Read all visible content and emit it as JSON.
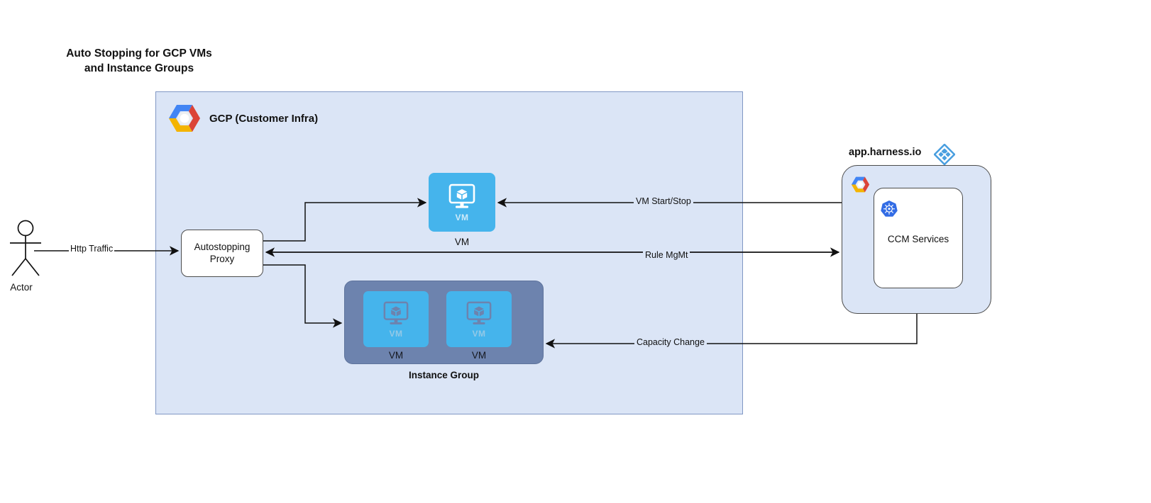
{
  "title": {
    "text": "Auto Stopping for GCP VMs\nand Instance Groups"
  },
  "gcp_container": {
    "label": "GCP (Customer Infra)",
    "logo_icon": "gcp-hexagon-icon",
    "background_color": "#dbe5f6",
    "border_color": "#8097c4"
  },
  "actor": {
    "label": "Actor",
    "icon": "stick-figure-actor-icon"
  },
  "proxy": {
    "label": "Autostopping\nProxy"
  },
  "vm_node": {
    "inner_caption": "VM",
    "label": "VM",
    "icon": "vm-monitor-cube-icon",
    "color": "#45b4ec"
  },
  "instance_group": {
    "label": "Instance Group",
    "container_color": "#6d83ae",
    "vms": [
      {
        "inner_caption": "VM",
        "label": "VM",
        "icon": "vm-monitor-cube-icon"
      },
      {
        "inner_caption": "VM",
        "label": "VM",
        "icon": "vm-monitor-cube-icon"
      }
    ]
  },
  "harness": {
    "title": "app.harness.io",
    "logo_icon": "harness-diamond-icon",
    "logo_color": "#4a9fe0",
    "gcp_icon": "gcp-hexagon-icon",
    "ccm": {
      "label": "CCM Services",
      "icon": "kubernetes-helm-icon",
      "icon_color": "#326ce5"
    },
    "panel_color": "#dbe5f6"
  },
  "edges": [
    {
      "id": "http-traffic",
      "label": "Http Traffic",
      "from": "actor",
      "to": "proxy"
    },
    {
      "id": "vm-start-stop",
      "label": "VM Start/Stop",
      "from": "harness",
      "to": "vm-node"
    },
    {
      "id": "rule-mgmt",
      "label": "Rule MgMt",
      "from": "proxy",
      "to": "harness"
    },
    {
      "id": "capacity-change",
      "label": "Capacity Change",
      "from": "harness",
      "to": "instance-group"
    },
    {
      "id": "proxy-to-vm",
      "label": "",
      "from": "proxy",
      "to": "vm-node"
    },
    {
      "id": "proxy-to-ig",
      "label": "",
      "from": "proxy",
      "to": "instance-group"
    }
  ]
}
